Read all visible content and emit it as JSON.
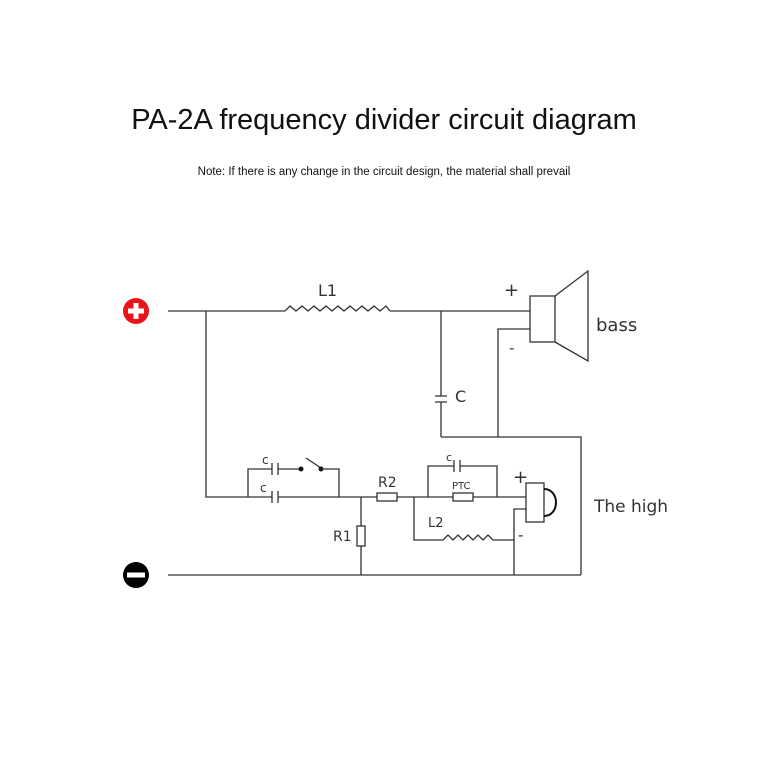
{
  "header": {
    "title": "PA-2A frequency divider circuit diagram",
    "note": "Note: If there is any change in the circuit design, the material shall prevail"
  },
  "terminals": {
    "positive": {
      "icon": "plus-circle-icon",
      "color": "#e8141c"
    },
    "negative": {
      "icon": "minus-circle-icon",
      "color": "#000000"
    }
  },
  "components": {
    "l1": "L1",
    "c_bass": "C",
    "c_top": "c",
    "c_bottom": "c",
    "r2": "R2",
    "r1": "R1",
    "c_high": "c",
    "ptc": "PTC",
    "l2": "L2"
  },
  "speakers": {
    "bass": {
      "label": "bass",
      "plus": "+",
      "minus": "-"
    },
    "high": {
      "label": "The high",
      "plus": "+",
      "minus": "-"
    }
  }
}
